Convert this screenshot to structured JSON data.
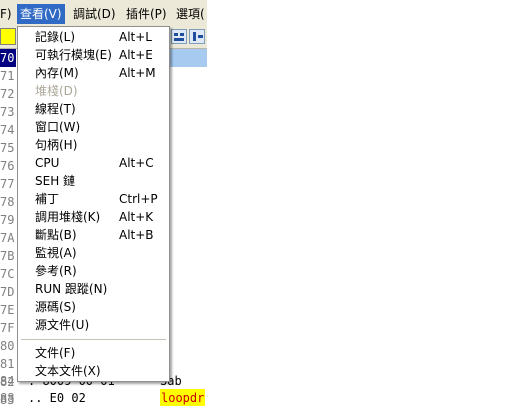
{
  "menubar": {
    "items": [
      {
        "label": "F)"
      },
      {
        "label": "查看(V)"
      },
      {
        "label": "調試(D)"
      },
      {
        "label": "插件(P)"
      },
      {
        "label": "選項("
      }
    ]
  },
  "pane": {
    "addresses": [
      "70",
      "71",
      "72",
      "73",
      "74",
      "75",
      "76",
      "77",
      "78",
      "79",
      "7A",
      "7B",
      "7C",
      "7D",
      "7E",
      "7F",
      "80",
      "81",
      "82",
      "83",
      "84",
      "88"
    ],
    "bottom_rows": [
      {
        "code": ". 8009 00 01",
        "label": "Sab",
        "highlight": false
      },
      {
        "code": ".. E0 02",
        "label": "loopdr",
        "highlight": true
      }
    ]
  },
  "menu": {
    "items": [
      {
        "label": "記錄(L)",
        "shortcut": "Alt+L",
        "enabled": true
      },
      {
        "label": "可執行模塊(E)",
        "shortcut": "Alt+E",
        "enabled": true
      },
      {
        "label": "內存(M)",
        "shortcut": "Alt+M",
        "enabled": true
      },
      {
        "label": "堆棧(D)",
        "shortcut": "",
        "enabled": false
      },
      {
        "label": "線程(T)",
        "shortcut": "",
        "enabled": true
      },
      {
        "label": "窗口(W)",
        "shortcut": "",
        "enabled": true
      },
      {
        "label": "句柄(H)",
        "shortcut": "",
        "enabled": true
      },
      {
        "label": "CPU",
        "shortcut": "Alt+C",
        "enabled": true
      },
      {
        "label": "SEH 鏈",
        "shortcut": "",
        "enabled": true
      },
      {
        "label": "補丁",
        "shortcut": "Ctrl+P",
        "enabled": true
      },
      {
        "label": "調用堆棧(K)",
        "shortcut": "Alt+K",
        "enabled": true
      },
      {
        "label": "斷點(B)",
        "shortcut": "Alt+B",
        "enabled": true
      },
      {
        "label": "監視(A)",
        "shortcut": "",
        "enabled": true
      },
      {
        "label": "參考(R)",
        "shortcut": "",
        "enabled": true
      },
      {
        "label": "RUN 跟蹤(N)",
        "shortcut": "",
        "enabled": true
      },
      {
        "label": "源碼(S)",
        "shortcut": "",
        "enabled": true
      },
      {
        "label": "源文件(U)",
        "shortcut": "",
        "enabled": true
      },
      {
        "label": "文件(F)",
        "shortcut": "",
        "enabled": true
      },
      {
        "label": "文本文件(X)",
        "shortcut": "",
        "enabled": true
      }
    ]
  }
}
